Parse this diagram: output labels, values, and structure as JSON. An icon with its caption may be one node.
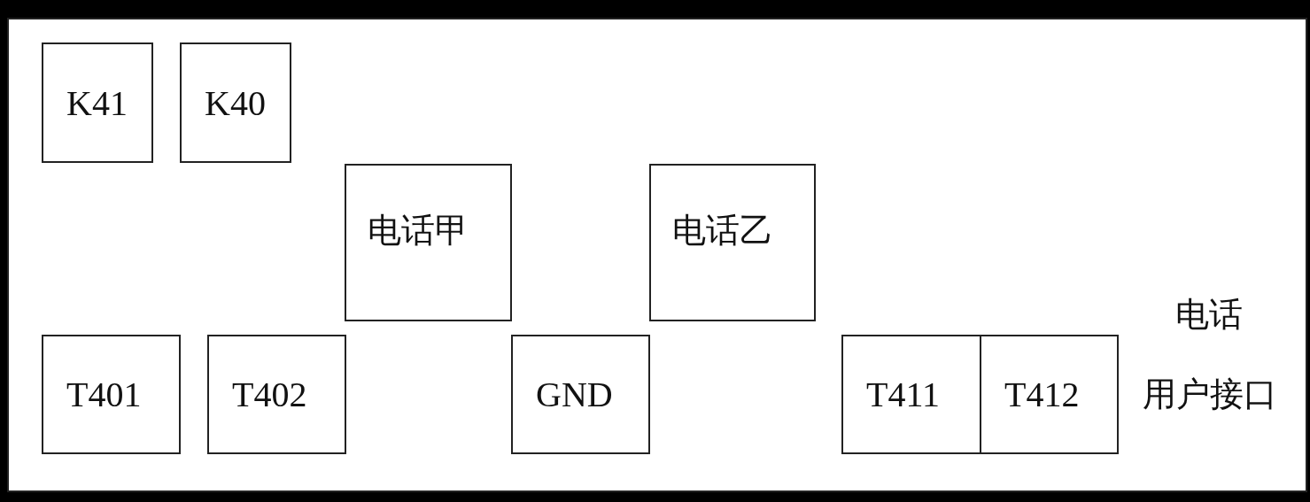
{
  "diagram": {
    "nodes": [
      {
        "text": [
          "K41"
        ]
      },
      {
        "text": [
          "K40"
        ]
      },
      {
        "text": [
          "电话甲"
        ]
      },
      {
        "text": [
          "电话乙"
        ]
      },
      {
        "text": [
          "T401"
        ]
      },
      {
        "text": [
          "T402"
        ]
      },
      {
        "text": [
          "GND"
        ]
      },
      {
        "text": [
          "T411"
        ]
      },
      {
        "text": [
          "T412"
        ]
      }
    ],
    "labels": [
      "电话",
      "用户接口"
    ]
  }
}
